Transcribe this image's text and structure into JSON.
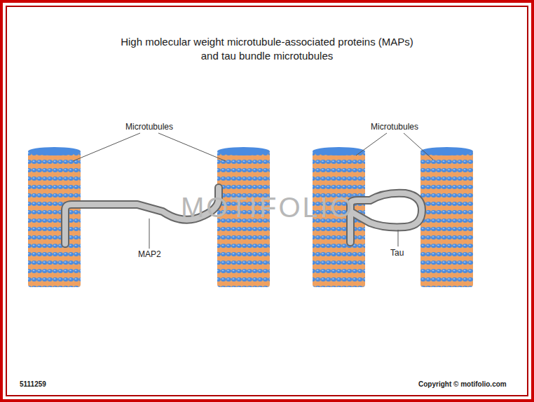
{
  "diagram": {
    "title": "High molecular weight microtubule-associated proteins (MAPs) and tau bundle microtubules",
    "labels": [
      "Microtubules",
      "Microtubules",
      "MAP2",
      "Tau",
      "MOTIFOLIO",
      "5111259",
      "Copyright © motifolio.com"
    ]
  }
}
